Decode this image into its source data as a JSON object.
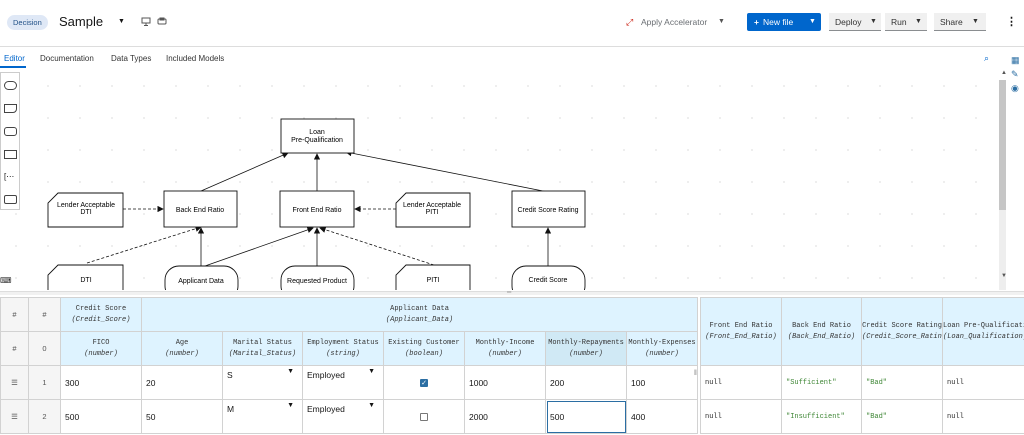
{
  "header": {
    "badge": "Decision",
    "title": "Sample",
    "apply_accelerator": "Apply Accelerator",
    "new_file": "New file",
    "deploy": "Deploy",
    "run": "Run",
    "share": "Share"
  },
  "tabs": [
    "Editor",
    "Documentation",
    "Data Types",
    "Included Models"
  ],
  "diagram": {
    "nodes": {
      "loan": "Loan Pre-Qualification",
      "back": "Back End Ratio",
      "front": "Front End Ratio",
      "credit_rating": "Credit Score Rating",
      "lender_dti": "Lender Acceptable DTI",
      "lender_piti": "Lender Acceptable PITI",
      "dti": "DTI",
      "applicant": "Applicant Data",
      "requested": "Requested Product",
      "piti": "PITI",
      "credit_score": "Credit Score"
    }
  },
  "table": {
    "hash": "#",
    "row0_index": "0",
    "groups": {
      "credit_score": "Credit Score",
      "credit_score_type": "(Credit_Score)",
      "applicant": "Applicant Data",
      "applicant_type": "(Applicant_Data)"
    },
    "columns": [
      {
        "name": "FICO",
        "type": "(number)"
      },
      {
        "name": "Age",
        "type": "(number)"
      },
      {
        "name": "Marital Status",
        "type": "(Marital_Status)"
      },
      {
        "name": "Employment Status",
        "type": "(string)"
      },
      {
        "name": "Existing Customer",
        "type": "(boolean)"
      },
      {
        "name": "Monthly-Income",
        "type": "(number)"
      },
      {
        "name": "Monthly-Repayments",
        "type": "(number)"
      },
      {
        "name": "Monthly-Expenses",
        "type": "(number)"
      }
    ],
    "rows": [
      {
        "index": "1",
        "fico": "300",
        "age": "20",
        "marital": "S",
        "employment": "Employed",
        "existing": true,
        "income": "1000",
        "repayments": "200",
        "expenses": "100"
      },
      {
        "index": "2",
        "fico": "500",
        "age": "50",
        "marital": "M",
        "employment": "Employed",
        "existing": false,
        "income": "2000",
        "repayments": "500",
        "expenses": "400"
      }
    ]
  },
  "results": {
    "columns": [
      {
        "name": "Front End Ratio",
        "type": "(Front_End_Ratio)"
      },
      {
        "name": "Back End Ratio",
        "type": "(Back_End_Ratio)"
      },
      {
        "name": "Credit Score Rating",
        "type": "(Credit_Score_Rating)"
      },
      {
        "name": "Loan Pre-Qualification",
        "type": "(Loan_Qualification)"
      }
    ],
    "rows": [
      {
        "front": "null",
        "back": "\"Sufficient\"",
        "rating": "\"Bad\"",
        "loan": "null"
      },
      {
        "front": "null",
        "back": "\"Insufficient\"",
        "rating": "\"Bad\"",
        "loan": "null"
      }
    ]
  },
  "colors": {
    "accent": "#0066cc",
    "header_cell": "#def3ff",
    "string_value": "#3e8635"
  }
}
